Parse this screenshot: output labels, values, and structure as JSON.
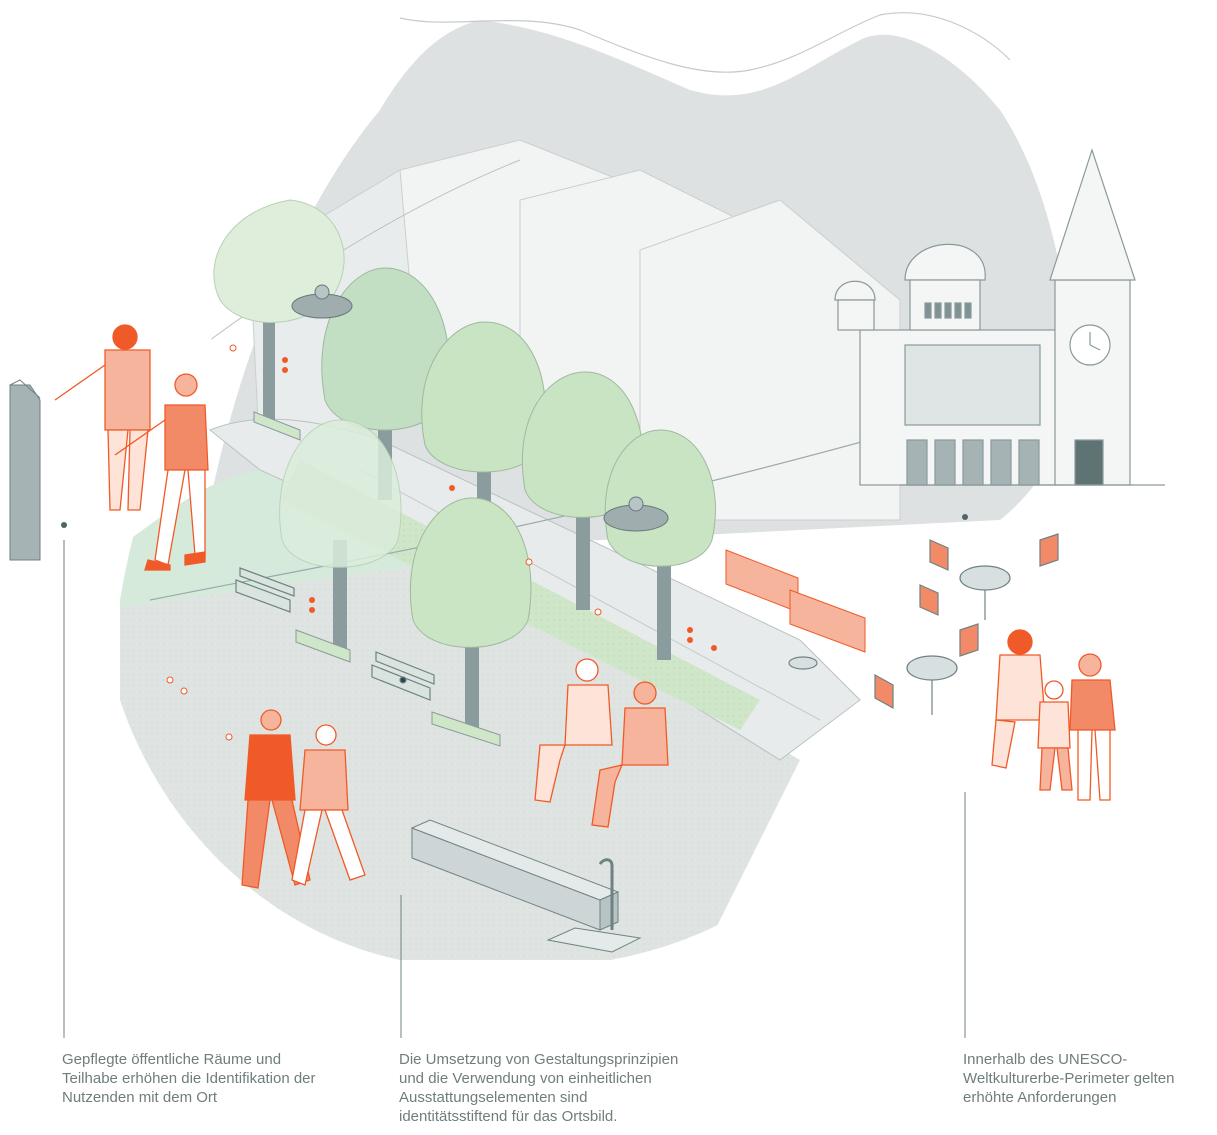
{
  "captions": [
    {
      "id": "public-spaces",
      "lines": [
        "Gepflegte öffentliche Räume und",
        "Teilhabe erhöhen die Identifikation der",
        "Nutzenden mit dem Ort"
      ]
    },
    {
      "id": "design-principles",
      "lines": [
        "Die Umsetzung von Gestaltungsprinzipien",
        "und die Verwendung von einheitlichen",
        "Ausstattungselementen sind",
        "identitätsstiftend für das Ortsbild."
      ]
    },
    {
      "id": "unesco",
      "lines": [
        "Innerhalb des UNESCO-",
        "Weltkulturerbe-Perimeter gelten",
        "erhöhte Anforderungen"
      ]
    }
  ],
  "colors": {
    "accent_orange": "#f05a28",
    "figure_fill": "#f7b49c",
    "figure_fill_dark": "#f28a67",
    "tree_green": "#c9e4c0",
    "tree_green_dark": "#b5d8b4",
    "grey_backdrop": "#dde1e1",
    "grey_building": "#cfd6d7",
    "slate": "#7f9394",
    "line": "#8a9a9b",
    "caption_text": "#6f7d7d"
  }
}
